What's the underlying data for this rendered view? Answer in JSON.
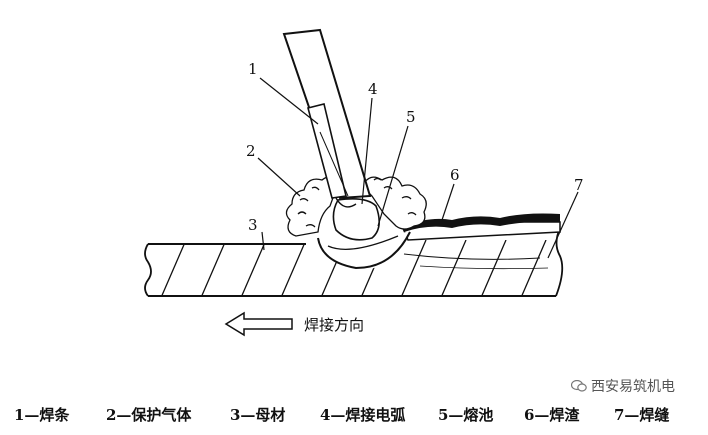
{
  "callouts": {
    "n1": "1",
    "n2": "2",
    "n3": "3",
    "n4": "4",
    "n5": "5",
    "n6": "6",
    "n7": "7"
  },
  "direction": {
    "label": "焊接方向",
    "icon": "arrow-left-icon"
  },
  "legend": [
    "1—焊条",
    "2—保护气体",
    "3—母材",
    "4—焊接电弧",
    "5—熔池",
    "6—焊渣",
    "7—焊缝"
  ],
  "watermark": {
    "text": "西安易筑机电",
    "icon": "wechat-icon"
  }
}
